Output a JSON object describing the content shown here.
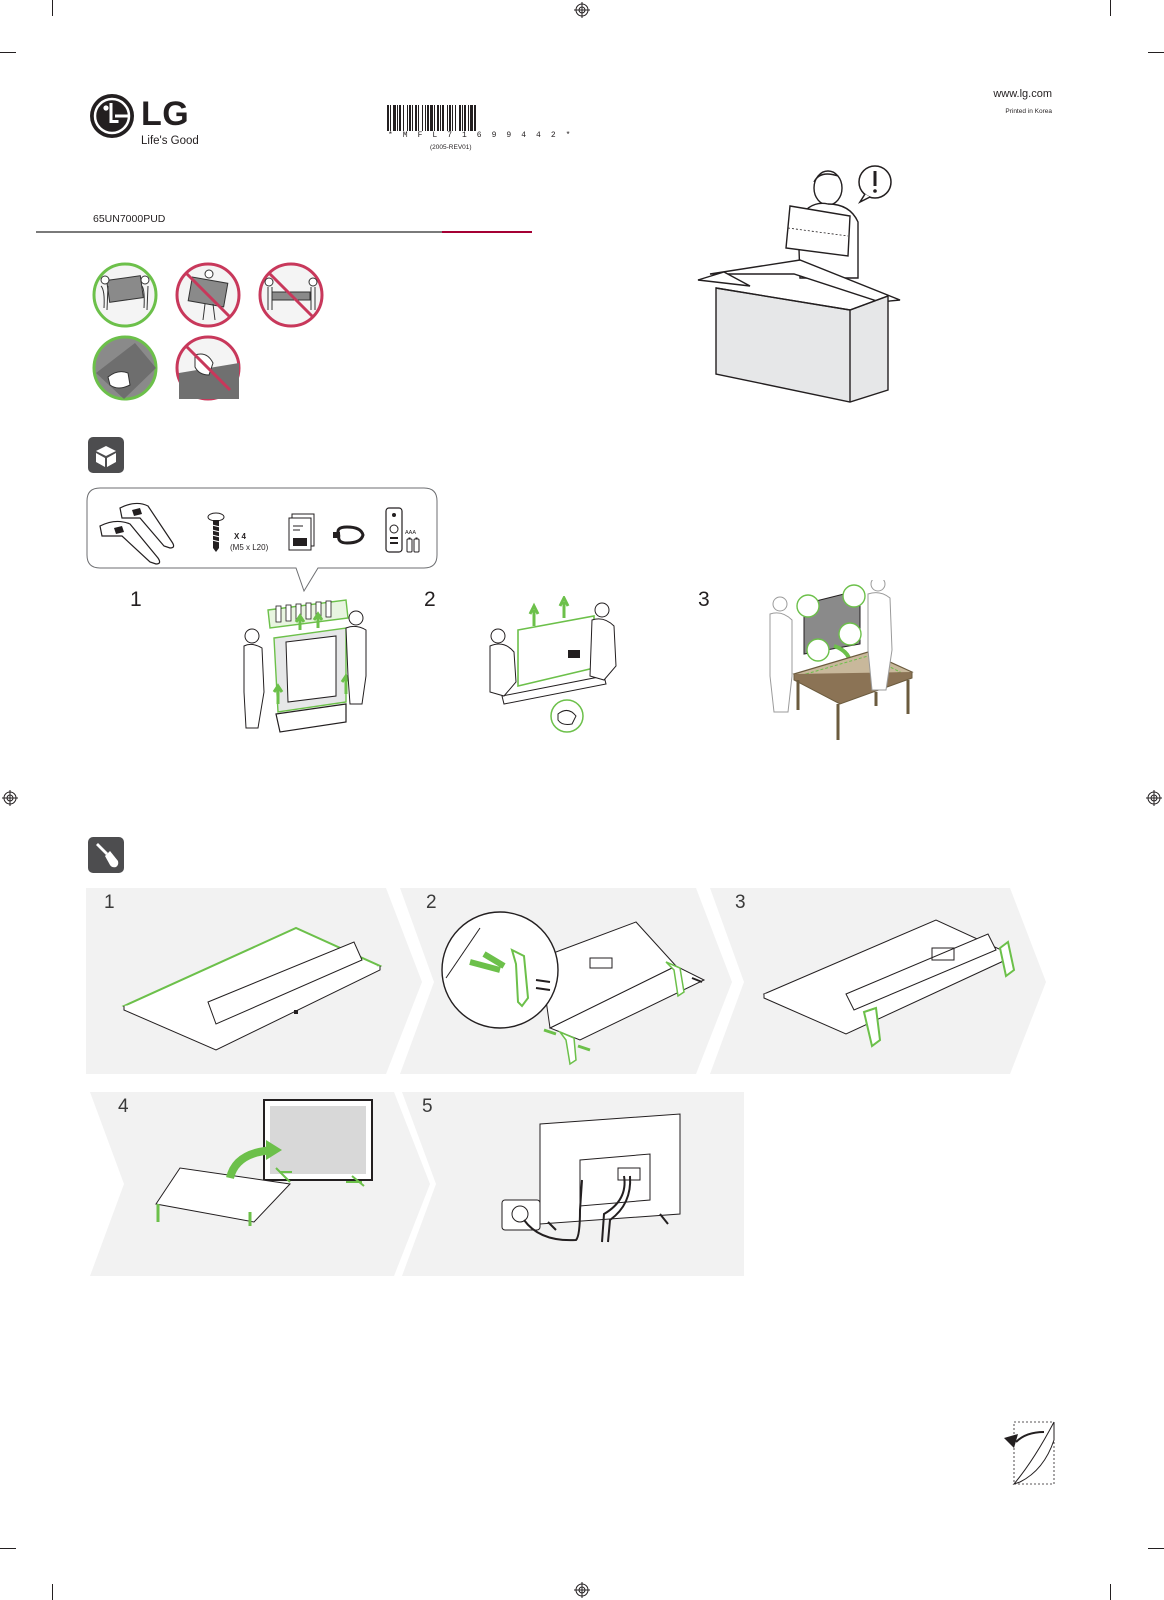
{
  "brand": {
    "logo_text": "LG",
    "tagline": "Life's Good",
    "accent_color": "#a50034"
  },
  "header": {
    "website": "www.lg.com",
    "printed": "Printed in Korea",
    "model": "65UN7000PUD",
    "barcode_text": "* M F L 7 1 6 9 9 4 4 2 *",
    "revision": "(2005-REV01)"
  },
  "colors": {
    "ok_green": "#6cc04a",
    "prohibit_red": "#c8385b",
    "panel_grey": "#f2f2f2",
    "icon_bg": "#4d4d4f"
  },
  "accessories": {
    "screw_qty": "X 4",
    "screw_spec": "(M5 x L20)",
    "battery_label": "AAA"
  },
  "unpacking": {
    "steps": [
      "1",
      "2",
      "3"
    ]
  },
  "assembly": {
    "steps": [
      "1",
      "2",
      "3",
      "4",
      "5"
    ]
  }
}
